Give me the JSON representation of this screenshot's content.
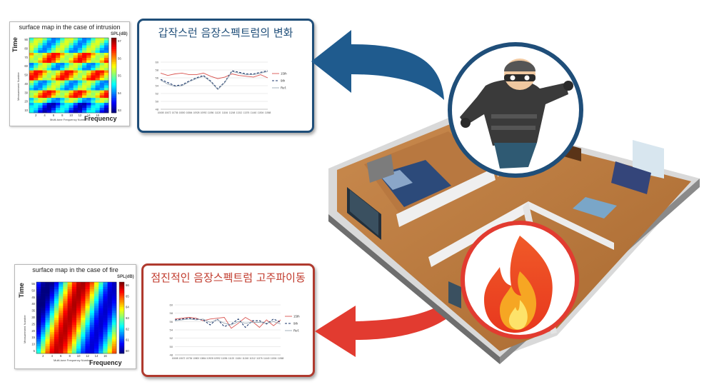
{
  "intrusion_heatmap": {
    "title": "surface map in the case of intrusion",
    "y_axis_word": "Time",
    "y_axis_small": "Measurement Number",
    "x_axis_word": "Frequency",
    "x_axis_small": "Multi-tone Frequency Number",
    "colorbar_label": "SPL(dB)",
    "colorbar_ticks": [
      "57",
      "56",
      "55",
      "54",
      "53"
    ],
    "y_ticks": [
      "90",
      "80",
      "70",
      "60",
      "50",
      "40",
      "30",
      "20",
      "10"
    ],
    "x_ticks": [
      "2",
      "4",
      "6",
      "8",
      "10",
      "12",
      "14",
      "16"
    ]
  },
  "fire_heatmap": {
    "title": "surface map in the case of fire",
    "y_axis_word": "Time",
    "y_axis_small": "Measurement Number",
    "x_axis_word": "Frequency",
    "x_axis_small": "Multi-tone Frequency Number",
    "colorbar_label": "SPL(dB)",
    "colorbar_ticks": [
      "66",
      "65",
      "64",
      "63",
      "62",
      "61",
      "60"
    ],
    "y_ticks": [
      "55",
      "50",
      "45",
      "40",
      "35",
      "30",
      "25",
      "20",
      "15",
      "10",
      "5"
    ],
    "x_ticks": [
      "2",
      "4",
      "6",
      "8",
      "10",
      "12",
      "14",
      "16"
    ]
  },
  "intrusion_panel": {
    "title": "갑작스런 음장스펙트럼의 변화",
    "border_color": "#1f4e79"
  },
  "fire_panel": {
    "title": "점진적인 음장스펙트럼 고주파이동",
    "border_color": "#c0392b"
  },
  "chart_data": [
    {
      "type": "line",
      "panel": "intrusion",
      "x": [
        "10608",
        "10672",
        "10736",
        "10800",
        "10864",
        "10928",
        "10992",
        "11056",
        "11120",
        "11184",
        "11248",
        "11312",
        "11376",
        "11440",
        "11504",
        "11568"
      ],
      "series": [
        {
          "name": "15th",
          "color": "#d9534f",
          "dash": "solid",
          "values": [
            57.2,
            56.6,
            57.0,
            57.2,
            56.8,
            56.8,
            57.2,
            56.4,
            55.8,
            56.2,
            57.0,
            56.6,
            56.4,
            56.2,
            56.8,
            56.0
          ]
        },
        {
          "name": "9th",
          "color": "#1f3a6e",
          "dash": "dashed",
          "values": [
            55.6,
            54.8,
            54.0,
            54.2,
            55.2,
            56.0,
            56.6,
            55.2,
            53.2,
            55.0,
            57.8,
            57.4,
            57.0,
            57.0,
            57.4,
            57.8
          ]
        },
        {
          "name": "Ref.",
          "color": "#9aa8b4",
          "dash": "solid",
          "values": [
            55.4,
            54.4,
            53.8,
            54.0,
            55.0,
            55.8,
            56.4,
            55.0,
            53.0,
            54.8,
            57.6,
            57.2,
            56.8,
            56.8,
            57.2,
            57.6
          ]
        }
      ],
      "y_ticks": [
        "60",
        "58",
        "56",
        "54",
        "52",
        "50",
        "48"
      ],
      "ylim": [
        48,
        60
      ]
    },
    {
      "type": "line",
      "panel": "fire",
      "x": [
        "10608",
        "10672",
        "10736",
        "10800",
        "10864",
        "10928",
        "10992",
        "11056",
        "11120",
        "11184",
        "11248",
        "11312",
        "11376",
        "11440",
        "11504",
        "11568"
      ],
      "series": [
        {
          "name": "15th",
          "color": "#d9534f",
          "dash": "solid",
          "values": [
            56.6,
            56.8,
            57.0,
            56.8,
            56.2,
            56.6,
            56.8,
            57.0,
            54.4,
            55.6,
            57.0,
            56.0,
            54.6,
            56.4,
            55.0,
            56.4
          ]
        },
        {
          "name": "9th",
          "color": "#1f3a6e",
          "dash": "dashed",
          "values": [
            56.4,
            56.6,
            56.8,
            56.6,
            56.4,
            55.2,
            56.6,
            54.8,
            55.4,
            56.6,
            54.6,
            56.2,
            56.2,
            55.4,
            56.6,
            55.8
          ]
        },
        {
          "name": "Ref.",
          "color": "#9aa8b4",
          "dash": "solid",
          "values": [
            56.2,
            56.4,
            56.6,
            56.4,
            56.6,
            55.8,
            56.4,
            55.6,
            55.2,
            56.0,
            55.6,
            55.8,
            55.8,
            55.6,
            56.0,
            55.4
          ]
        }
      ],
      "y_ticks": [
        "60",
        "58",
        "56",
        "54",
        "52",
        "50",
        "48"
      ],
      "ylim": [
        48,
        60
      ]
    }
  ],
  "arrows": {
    "intrusion_color": "#1f5b8e",
    "fire_color": "#e23b30"
  },
  "icons": {
    "burglar": "burglar-icon",
    "fire": "fire-icon",
    "house": "house-floorplan"
  }
}
